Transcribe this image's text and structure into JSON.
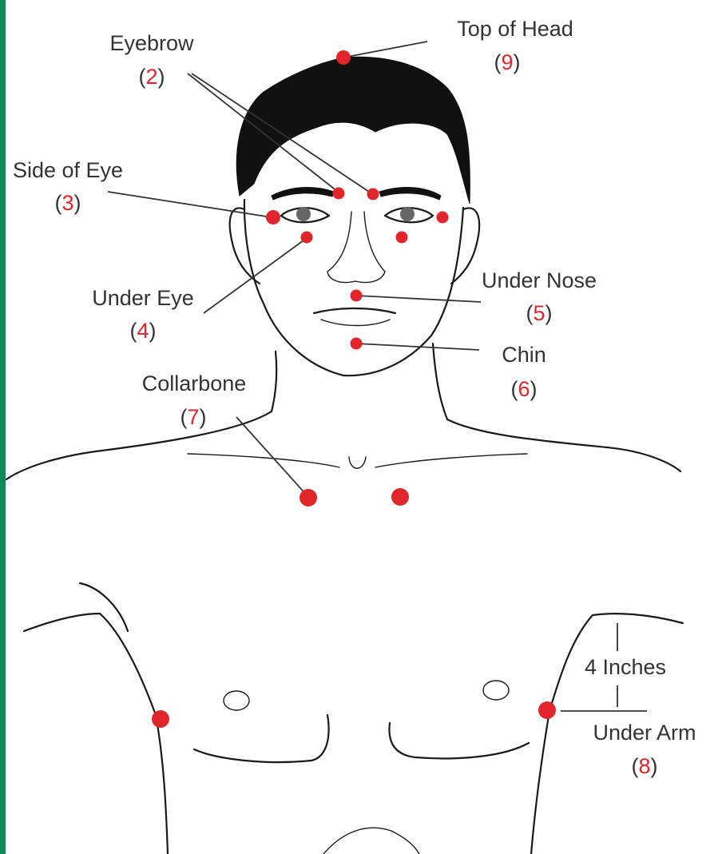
{
  "colors": {
    "accent_bar": "#0e8a5a",
    "tap_point": "#e0252b",
    "label_text": "#333333",
    "number_digit": "#e0252b"
  },
  "labels": {
    "top_of_head": {
      "name": "Top of Head",
      "open": "(",
      "digit": "9",
      "close": ")"
    },
    "eyebrow": {
      "name": "Eyebrow",
      "open": "(",
      "digit": "2",
      "close": ")"
    },
    "side_of_eye": {
      "name": "Side of Eye",
      "open": "(",
      "digit": "3",
      "close": ")"
    },
    "under_eye": {
      "name": "Under Eye",
      "open": "(",
      "digit": "4",
      "close": ")"
    },
    "under_nose": {
      "name": "Under Nose",
      "open": "(",
      "digit": "5",
      "close": ")"
    },
    "chin": {
      "name": "Chin",
      "open": "(",
      "digit": "6",
      "close": ")"
    },
    "collarbone": {
      "name": "Collarbone",
      "open": "(",
      "digit": "7",
      "close": ")"
    },
    "under_arm": {
      "name": "Under Arm",
      "open": "(",
      "digit": "8",
      "close": ")"
    },
    "measurement": "4 Inches"
  }
}
